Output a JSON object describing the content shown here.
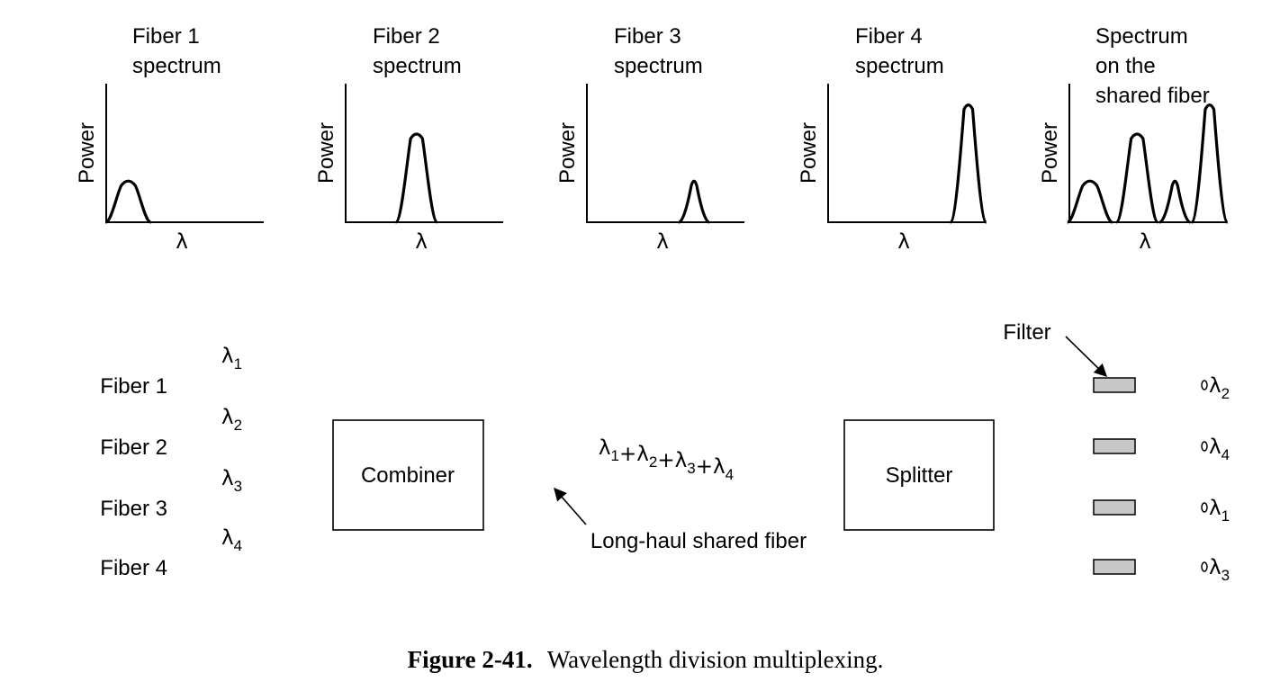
{
  "spectra": [
    {
      "title_lines": [
        "Fiber 1",
        "spectrum"
      ],
      "y_label": "Power",
      "x_label": "λ",
      "peaks": [
        {
          "position": 0.14,
          "height": 0.26
        }
      ]
    },
    {
      "title_lines": [
        "Fiber 2",
        "spectrum"
      ],
      "y_label": "Power",
      "x_label": "λ",
      "peaks": [
        {
          "position": 0.45,
          "height": 0.55
        }
      ]
    },
    {
      "title_lines": [
        "Fiber 3",
        "spectrum"
      ],
      "y_label": "Power",
      "x_label": "λ",
      "peaks": [
        {
          "position": 0.68,
          "height": 0.26
        }
      ]
    },
    {
      "title_lines": [
        "Fiber 4",
        "spectrum"
      ],
      "y_label": "Power",
      "x_label": "λ",
      "peaks": [
        {
          "position": 0.89,
          "height": 0.73
        }
      ]
    },
    {
      "title_lines": [
        "Spectrum",
        "on the",
        "shared fiber"
      ],
      "y_label": "Power",
      "x_label": "λ",
      "peaks": [
        {
          "position": 0.13,
          "height": 0.26
        },
        {
          "position": 0.43,
          "height": 0.55
        },
        {
          "position": 0.67,
          "height": 0.26
        },
        {
          "position": 0.89,
          "height": 0.73
        }
      ]
    }
  ],
  "inputs": [
    {
      "label": "Fiber 1",
      "wavelength": "λ",
      "subscript": "1"
    },
    {
      "label": "Fiber 2",
      "wavelength": "λ",
      "subscript": "2"
    },
    {
      "label": "Fiber 3",
      "wavelength": "λ",
      "subscript": "3"
    },
    {
      "label": "Fiber 4",
      "wavelength": "λ",
      "subscript": "4"
    }
  ],
  "combiner": {
    "label": "Combiner"
  },
  "splitter": {
    "label": "Splitter"
  },
  "shared_fiber": {
    "signal": [
      {
        "symbol": "λ",
        "subscript": "1"
      },
      {
        "symbol": "+"
      },
      {
        "symbol": "λ",
        "subscript": "2"
      },
      {
        "symbol": "+"
      },
      {
        "symbol": "λ",
        "subscript": "3"
      },
      {
        "symbol": "+"
      },
      {
        "symbol": "λ",
        "subscript": "4"
      }
    ],
    "label": "Long-haul shared fiber"
  },
  "filter_label": "Filter",
  "outputs": [
    {
      "wavelength": "λ",
      "subscript": "2"
    },
    {
      "wavelength": "λ",
      "subscript": "4"
    },
    {
      "wavelength": "λ",
      "subscript": "1"
    },
    {
      "wavelength": "λ",
      "subscript": "3"
    }
  ],
  "caption": {
    "number": "Figure 2-41.",
    "text": "Wavelength division multiplexing."
  }
}
